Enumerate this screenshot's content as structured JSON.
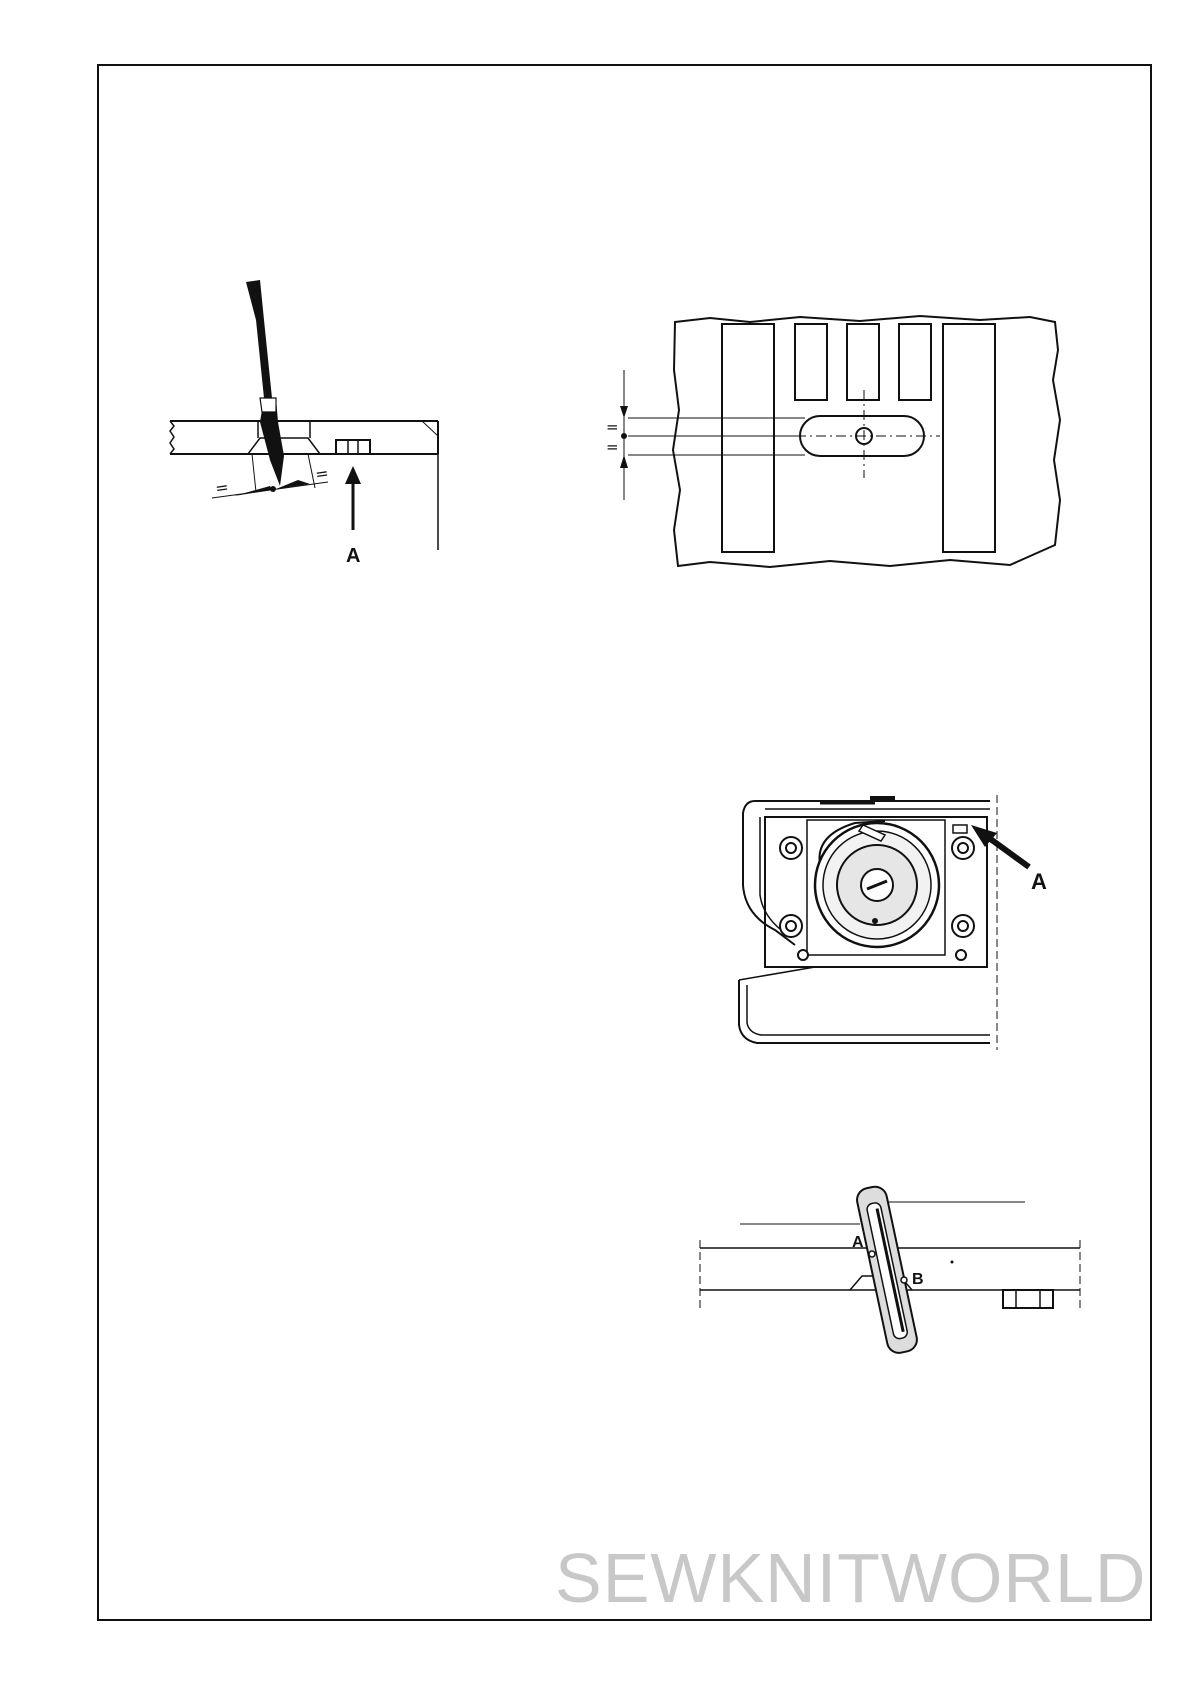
{
  "figures": {
    "needle_side": {
      "label_a": "A",
      "equal_mark_left": "=",
      "equal_mark_right": "="
    },
    "needle_plate_top": {
      "equal_mark_top": "=",
      "equal_mark_bottom": "="
    },
    "bobbin_case": {
      "label_a": "A"
    },
    "gauge_check": {
      "label_a": "A",
      "label_b": "B"
    }
  },
  "watermark": "SEWKNITWORLD"
}
